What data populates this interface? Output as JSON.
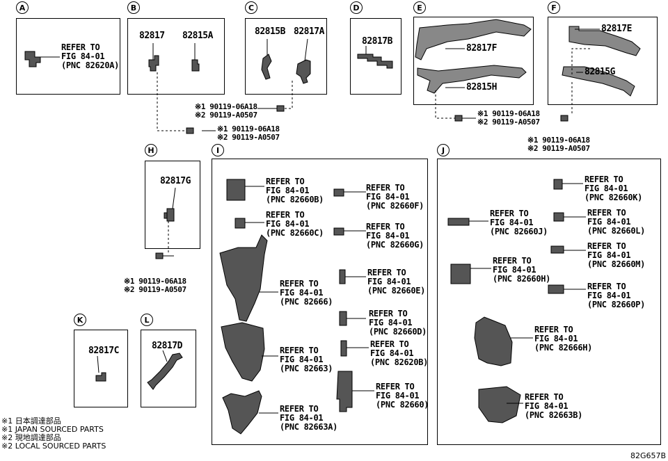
{
  "tags": {
    "a": "A",
    "b": "B",
    "c": "C",
    "d": "D",
    "e": "E",
    "f": "F",
    "h": "H",
    "i": "I",
    "j": "J",
    "k": "K",
    "l": "L"
  },
  "parts": {
    "p82817": "82817",
    "p82815A": "82815A",
    "p82815B": "82815B",
    "p82817A": "82817A",
    "p82817B": "82817B",
    "p82817F": "82817F",
    "p82815H": "82815H",
    "p82817E": "82817E",
    "p82815G": "82815G",
    "p82817G": "82817G",
    "p82817C": "82817C",
    "p82817D": "82817D"
  },
  "fasteners": {
    "l1": "※1 90119-06A18",
    "l2": "※2 90119-A0507"
  },
  "refers": {
    "a": [
      "REFER TO",
      "FIG 84-01",
      "(PNC 82620A)"
    ],
    "i1": [
      "REFER TO",
      "FIG 84-01",
      "(PNC 82660B)"
    ],
    "i2": [
      "REFER TO",
      "FIG 84-01",
      "(PNC 82660C)"
    ],
    "i3": [
      "REFER TO",
      "FIG 84-01",
      "(PNC 82666)"
    ],
    "i4": [
      "REFER TO",
      "FIG 84-01",
      "(PNC 82663)"
    ],
    "i5": [
      "REFER TO",
      "FIG 84-01",
      "(PNC 82663A)"
    ],
    "i6": [
      "REFER TO",
      "FIG 84-01",
      "(PNC 82660F)"
    ],
    "i7": [
      "REFER TO",
      "FIG 84-01",
      "(PNC 82660G)"
    ],
    "i8": [
      "REFER TO",
      "FIG 84-01",
      "(PNC 82660E)"
    ],
    "i9": [
      "REFER TO",
      "FIG 84-01",
      "(PNC 82660D)"
    ],
    "i10": [
      "REFER TO",
      "FIG 84-01",
      "(PNC 82620B)"
    ],
    "i11": [
      "REFER TO",
      "FIG 84-01",
      "(PNC 82660)"
    ],
    "j1": [
      "REFER TO",
      "FIG 84-01",
      "(PNC 82660J)"
    ],
    "j2": [
      "REFER TO",
      "FIG 84-01",
      "(PNC 82660H)"
    ],
    "j3": [
      "REFER TO",
      "FIG 84-01",
      "(PNC 82660K)"
    ],
    "j4": [
      "REFER TO",
      "FIG 84-01",
      "(PNC 82660L)"
    ],
    "j5": [
      "REFER TO",
      "FIG 84-01",
      "(PNC 82660M)"
    ],
    "j6": [
      "REFER TO",
      "FIG 84-01",
      "(PNC 82660P)"
    ],
    "j7": [
      "REFER TO",
      "FIG 84-01",
      "(PNC 82666H)"
    ],
    "j8": [
      "REFER TO",
      "FIG 84-01",
      "(PNC 82663B)"
    ]
  },
  "legend": [
    "※1 日本調達部品",
    "※1 JAPAN SOURCED PARTS",
    "※2 現地調達部品",
    "※2 LOCAL SOURCED PARTS"
  ],
  "diagram_id": "82G657B"
}
